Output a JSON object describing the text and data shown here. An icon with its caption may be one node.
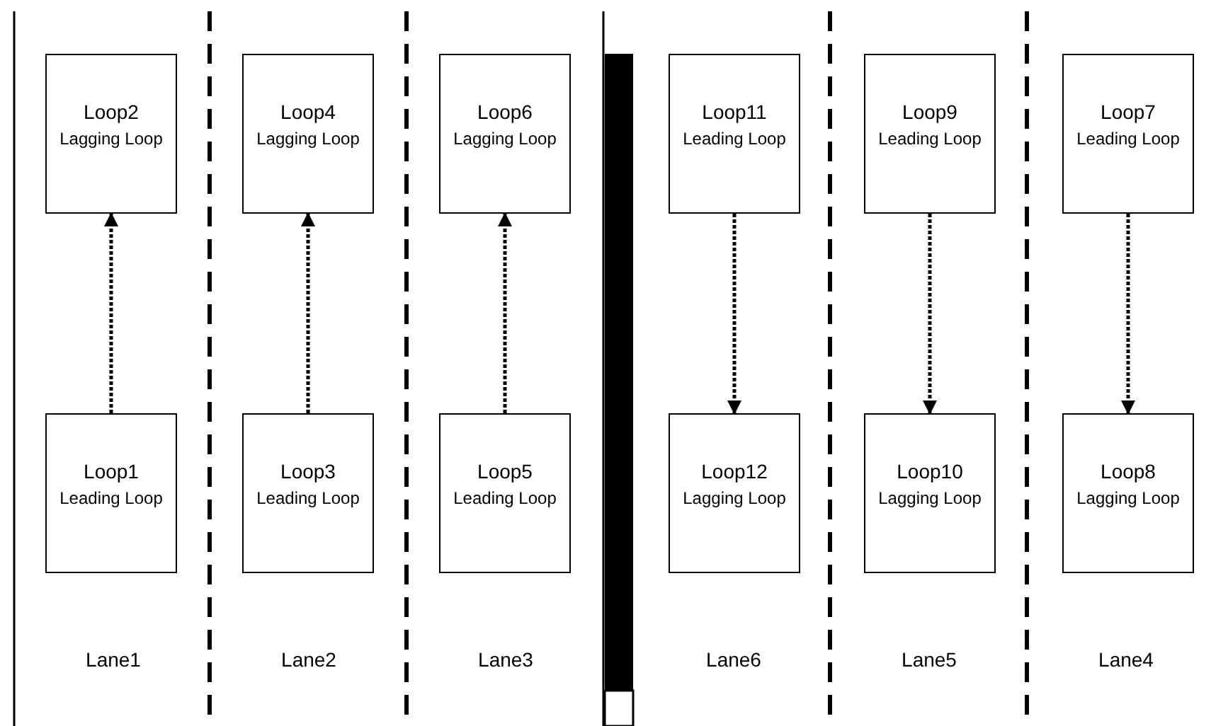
{
  "diagram": {
    "nodes": [
      {
        "text": [
          "Loop2",
          "Lagging Loop"
        ]
      },
      {
        "text": [
          "Loop4",
          "Lagging Loop"
        ]
      },
      {
        "text": [
          "Loop6",
          "Lagging Loop"
        ]
      },
      {
        "text": [
          "Loop11",
          "Leading Loop"
        ]
      },
      {
        "text": [
          "Loop9",
          "Leading Loop"
        ]
      },
      {
        "text": [
          "Loop7",
          "Leading Loop"
        ]
      },
      {
        "text": [
          "Loop1",
          "Leading Loop"
        ]
      },
      {
        "text": [
          "Loop3",
          "Leading Loop"
        ]
      },
      {
        "text": [
          "Loop5",
          "Leading Loop"
        ]
      },
      {
        "text": [
          "Loop12",
          "Lagging Loop"
        ]
      },
      {
        "text": [
          "Loop10",
          "Lagging Loop"
        ]
      },
      {
        "text": [
          "Loop8",
          "Lagging Loop"
        ]
      }
    ],
    "edges": [
      {
        "from": 6,
        "to": 0,
        "arrow": "to",
        "style": "dashed"
      },
      {
        "from": 7,
        "to": 1,
        "arrow": "to",
        "style": "dashed"
      },
      {
        "from": 8,
        "to": 2,
        "arrow": "to",
        "style": "dashed"
      },
      {
        "from": 3,
        "to": 9,
        "arrow": "to",
        "style": "dashed"
      },
      {
        "from": 4,
        "to": 10,
        "arrow": "to",
        "style": "dashed"
      },
      {
        "from": 5,
        "to": 11,
        "arrow": "to",
        "style": "dashed"
      }
    ],
    "labels": [
      "Lane1",
      "Lane2",
      "Lane3",
      "Lane6",
      "Lane5",
      "Lane4"
    ]
  }
}
